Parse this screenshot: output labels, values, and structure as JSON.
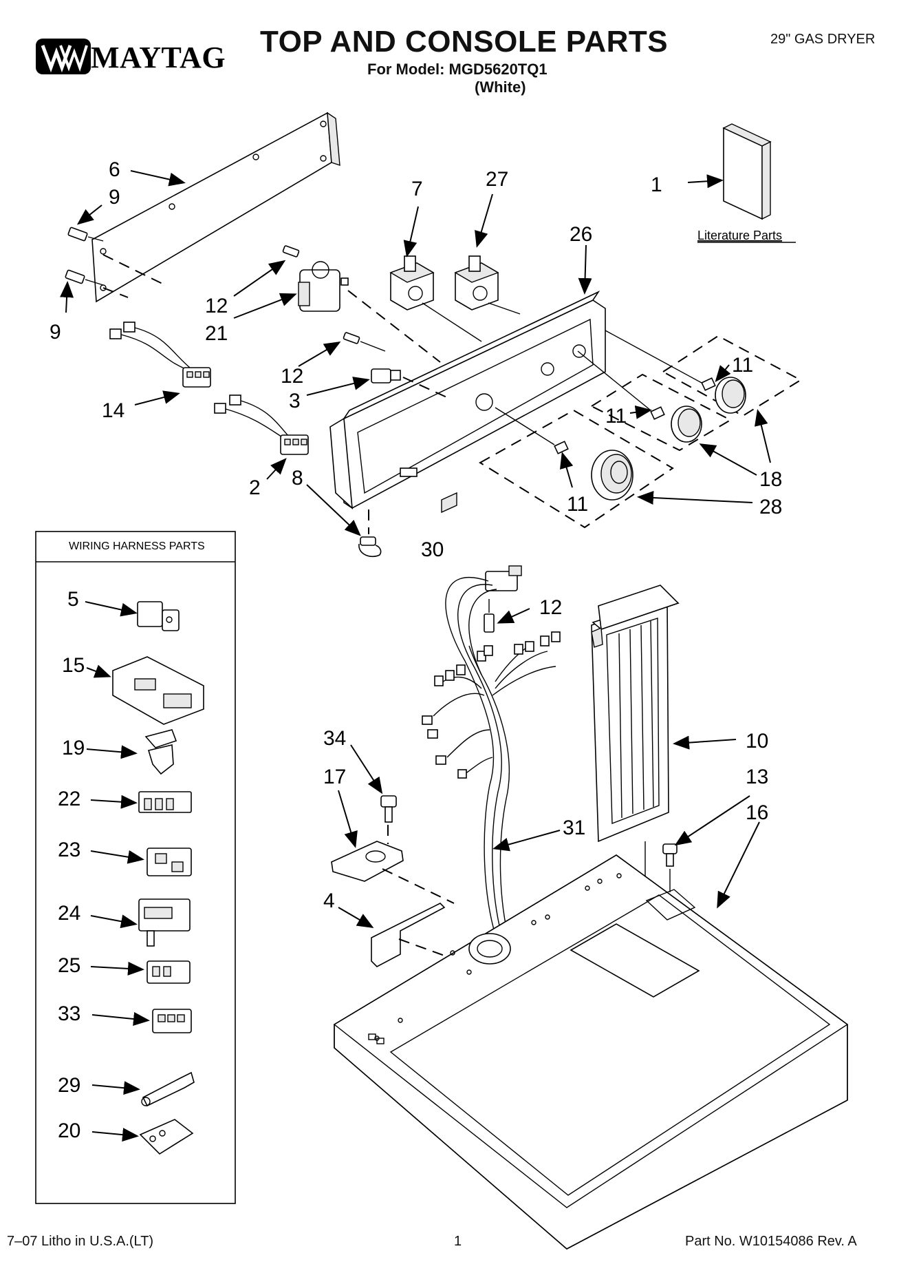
{
  "header": {
    "brand": "MAYTAG",
    "title": "TOP AND CONSOLE PARTS",
    "model_line": "For Model: MGD5620TQ1",
    "color_line": "(White)",
    "product": "29\" GAS DRYER"
  },
  "literature": {
    "label": "Literature Parts"
  },
  "harness_box": {
    "title": "WIRING HARNESS PARTS"
  },
  "callouts": {
    "c1": "1",
    "c2": "2",
    "c3": "3",
    "c4": "4",
    "c5": "5",
    "c6": "6",
    "c7": "7",
    "c8": "8",
    "c9a": "9",
    "c9b": "9",
    "c10": "10",
    "c11a": "11",
    "c11b": "11",
    "c11c": "11",
    "c12a": "12",
    "c12b": "12",
    "c12c": "12",
    "c13": "13",
    "c14": "14",
    "c15": "15",
    "c16": "16",
    "c17": "17",
    "c18": "18",
    "c19": "19",
    "c20": "20",
    "c21": "21",
    "c22": "22",
    "c23": "23",
    "c24": "24",
    "c25": "25",
    "c26": "26",
    "c27": "27",
    "c28": "28",
    "c29": "29",
    "c30": "30",
    "c31": "31",
    "c33": "33",
    "c34": "34"
  },
  "footer": {
    "left": "7–07 Litho in U.S.A.(LT)",
    "page": "1",
    "part_no": "Part No. W10154086 Rev. A"
  }
}
